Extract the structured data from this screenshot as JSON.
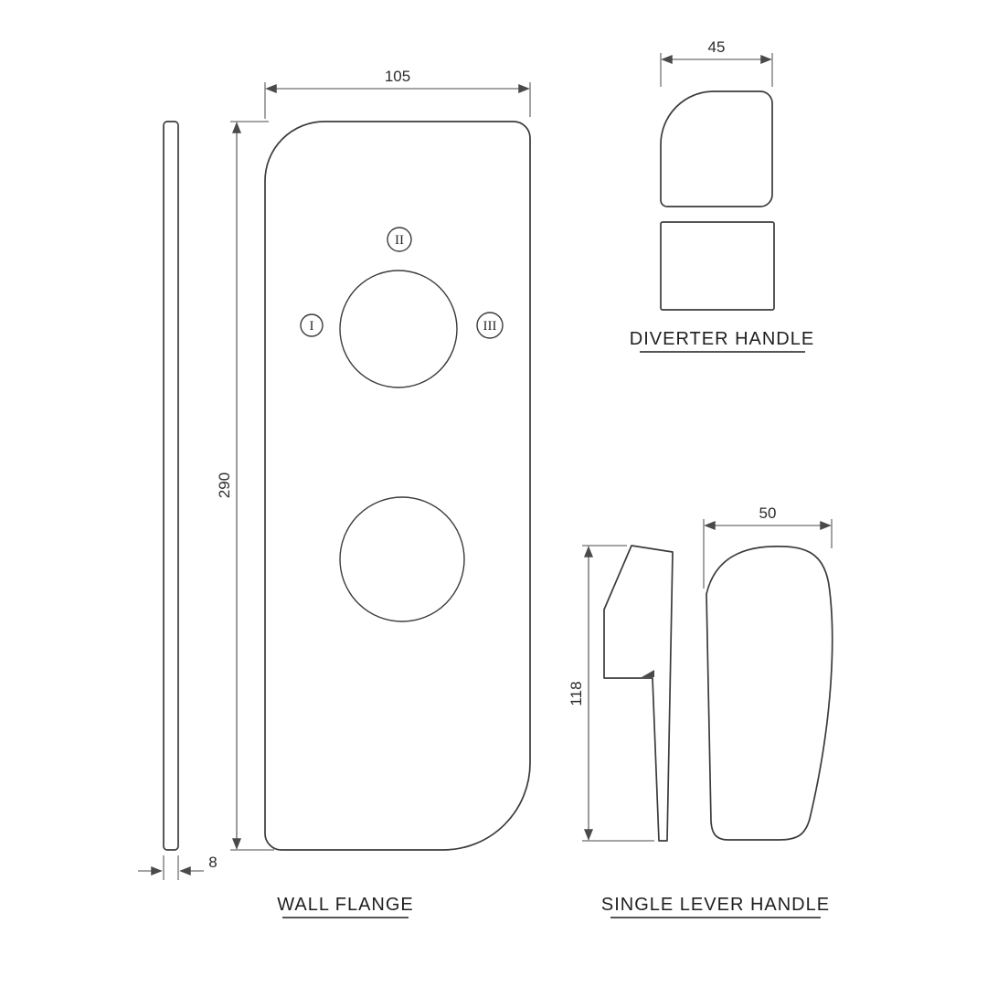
{
  "wall_flange": {
    "label": "WALL FLANGE",
    "dim_width": "105",
    "dim_height": "290",
    "dim_thickness": "8",
    "markers": [
      "I",
      "II",
      "III"
    ]
  },
  "diverter_handle": {
    "label": "DIVERTER HANDLE",
    "dim_width": "45"
  },
  "single_lever_handle": {
    "label": "SINGLE LEVER HANDLE",
    "dim_height": "118",
    "dim_width": "50"
  },
  "colors": {
    "line": "#3b3b3b",
    "text": "#2b2b2b",
    "background": "#ffffff"
  }
}
